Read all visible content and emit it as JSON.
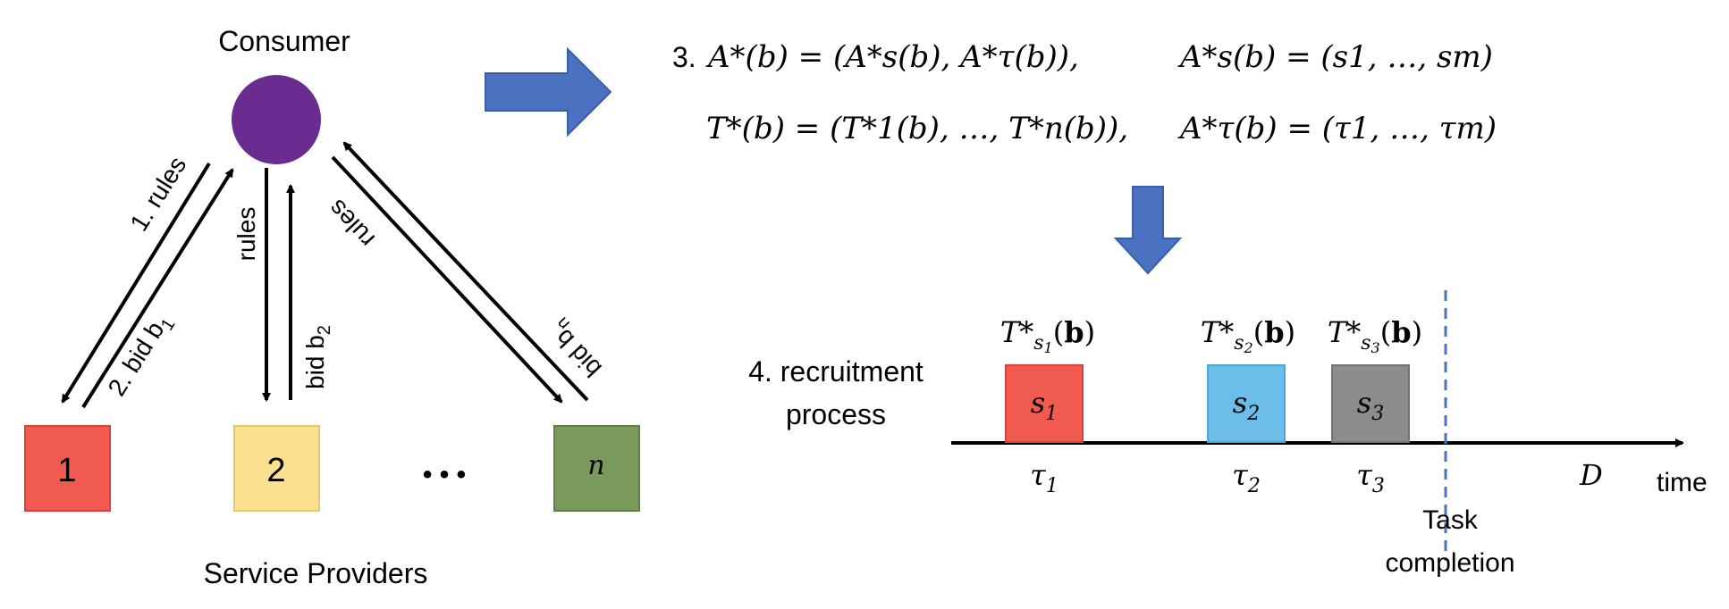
{
  "consumer": {
    "label": "Consumer",
    "color": "#6a2c91"
  },
  "providers": {
    "caption": "Service Providers",
    "items": [
      {
        "label": "1",
        "color": "#f05a4f"
      },
      {
        "label": "2",
        "color": "#fbe08f"
      },
      {
        "label": "n",
        "color": "#7a9a5c"
      }
    ],
    "ellipsis": "• • •"
  },
  "arrows": {
    "rules1": "1. rules",
    "bid1": "2. bid b",
    "bid1_sub": "1",
    "rules2": "rules",
    "bid2": "bid b",
    "bid2_sub": "2",
    "rules3": "rules",
    "bidn": "bid b",
    "bidn_sub": "n"
  },
  "step3": {
    "num": "3.",
    "line1_a": "A*(b) = (A*s(b), A*τ(b)),",
    "line1_b": "A*s(b) = (s1, …, sm)",
    "line2_a": "T*(b) = (T*1(b), …, T*n(b)),",
    "line2_b": "A*τ(b) = (τ1, …, τm)"
  },
  "step4": {
    "label_line1": "4. recruitment",
    "label_line2": "process",
    "axis_label": "time",
    "deadline": "D",
    "completion_line1": "Task",
    "completion_line2": "completion",
    "tasks": [
      {
        "name": "s",
        "sub": "1",
        "time": "τ",
        "time_sub": "1",
        "head": "T*",
        "head_sub": "s",
        "head_subsub": "1",
        "color": "#f05a4f"
      },
      {
        "name": "s",
        "sub": "2",
        "time": "τ",
        "time_sub": "2",
        "head": "T*",
        "head_sub": "s",
        "head_subsub": "2",
        "color": "#6cbde9"
      },
      {
        "name": "s",
        "sub": "3",
        "time": "τ",
        "time_sub": "3",
        "head": "T*",
        "head_sub": "s",
        "head_subsub": "3",
        "color": "#8c8c8c"
      }
    ]
  },
  "colors": {
    "block_arrow": "#4a72c0",
    "dashed": "#4a72c0"
  }
}
